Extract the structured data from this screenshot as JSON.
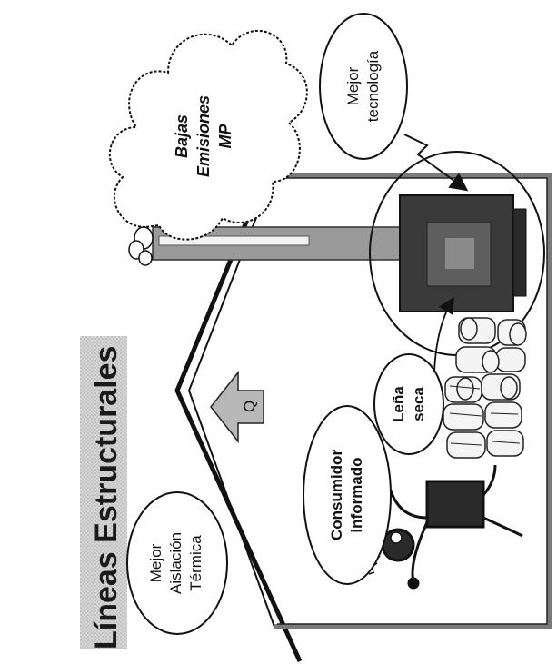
{
  "title": "Líneas Estructurales",
  "bubbles": {
    "insulation": {
      "line1": "Mejor",
      "line2": "Aislación",
      "line3": "Térmica"
    },
    "consumer": {
      "line1": "Consumidor",
      "line2": "informado"
    },
    "firewood": {
      "line1": "Leña",
      "line2": "seca"
    },
    "technology": {
      "line1": "Mejor",
      "line2": "tecnología"
    },
    "emissions": {
      "line1": "Bajas",
      "line2": "Emisiones",
      "line3": "MP"
    }
  },
  "heat_arrow_label": "Q",
  "colors": {
    "stroke": "#111111",
    "stove_dark": "#3a3a3a",
    "stove_glow": "#8a8a8a",
    "title_band": "#c8c8c8",
    "wood": "#f4f4f4"
  }
}
